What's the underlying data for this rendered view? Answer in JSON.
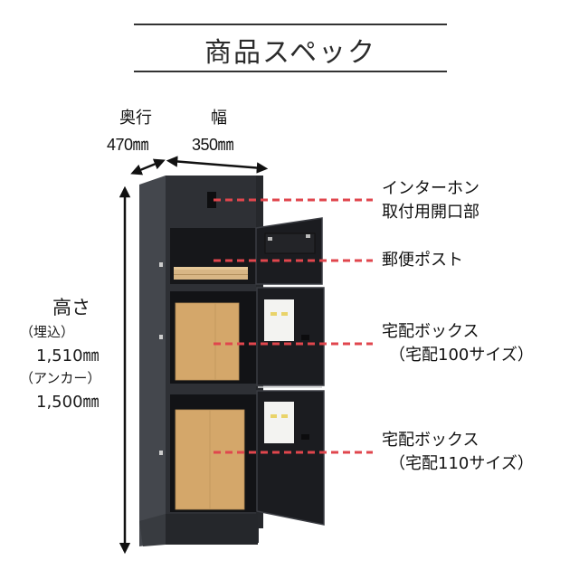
{
  "title": "商品スペック",
  "dimensions": {
    "depth": {
      "label": "奥行",
      "value": "470㎜"
    },
    "width": {
      "label": "幅",
      "value": "350㎜"
    },
    "height": {
      "label": "高さ",
      "buried_label": "（埋込）",
      "buried_value": "1,510㎜",
      "anchor_label": "（アンカー）",
      "anchor_value": "1,500㎜"
    }
  },
  "callouts": [
    {
      "line1": "インターホン",
      "line2": "取付用開口部"
    },
    {
      "line1": "郵便ポスト",
      "line2": ""
    },
    {
      "line1": "宅配ボックス",
      "line2": "（宅配100サイズ）"
    },
    {
      "line1": "宅配ボックス",
      "line2": "（宅配110サイズ）"
    }
  ],
  "colors": {
    "cabinet": "#2e3035",
    "cabinet_side": "#3f4248",
    "interior": "#15161a",
    "box": "#d4a76a",
    "dash": "#e0464d",
    "text": "#111111"
  }
}
